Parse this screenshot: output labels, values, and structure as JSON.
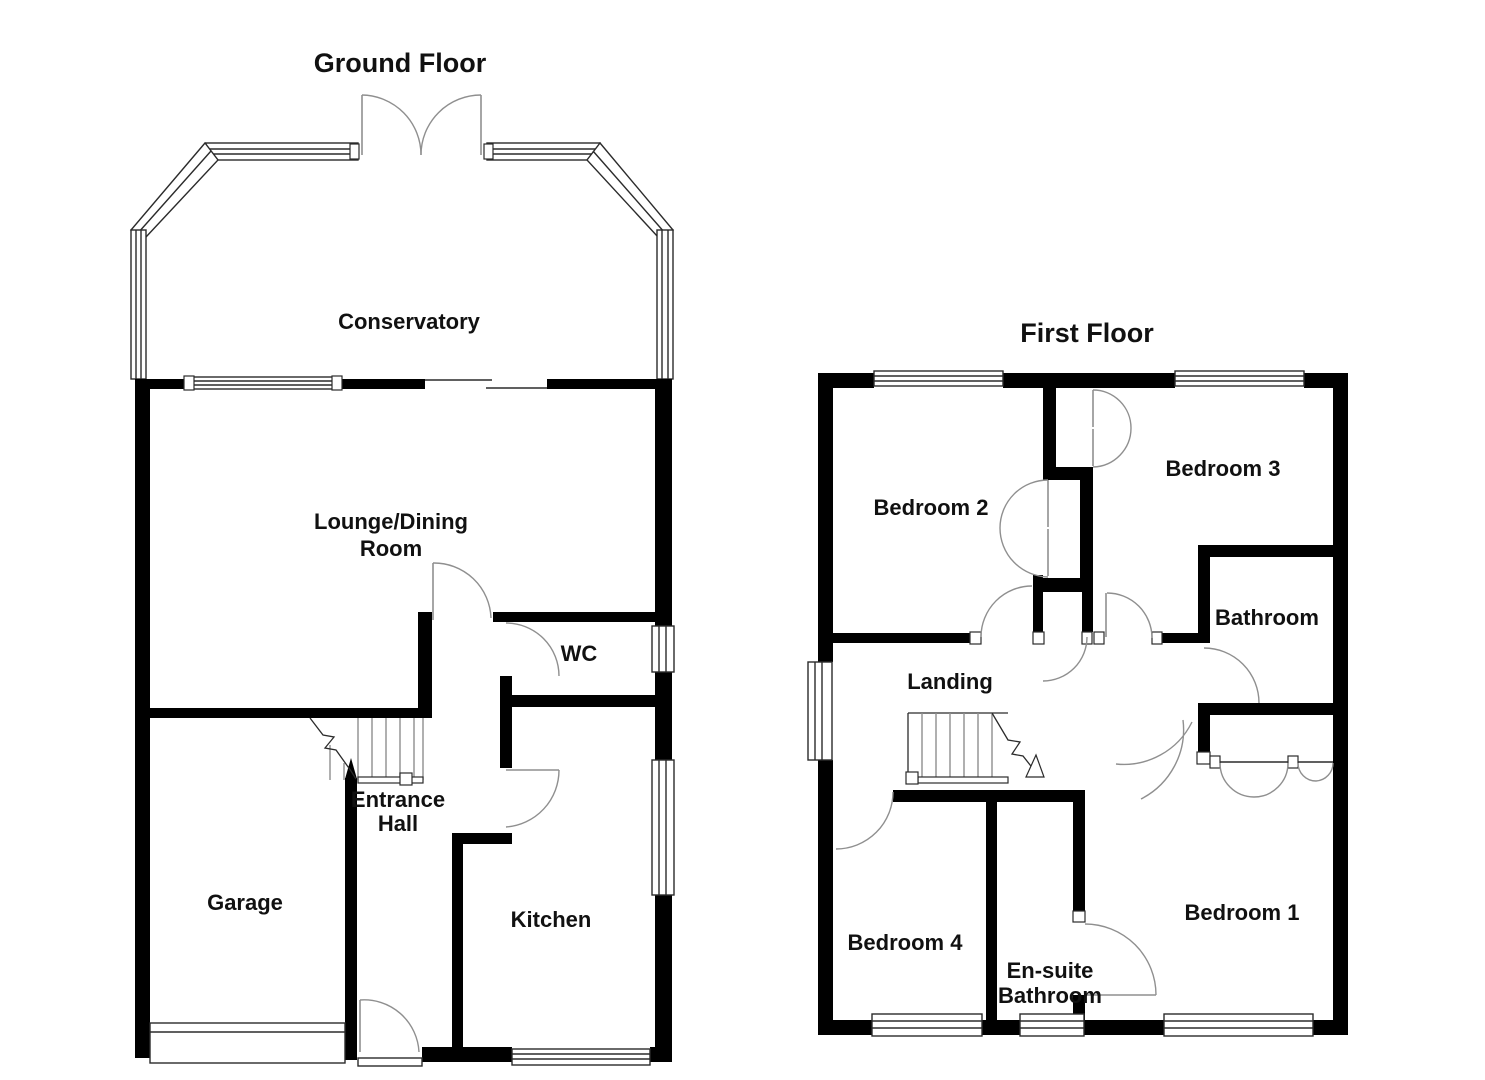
{
  "document": {
    "type": "floorplan",
    "plans_count": 2
  },
  "ground": {
    "title": "Ground Floor",
    "rooms": {
      "conservatory": "Conservatory",
      "lounge_line1": "Lounge/Dining",
      "lounge_line2": "Room",
      "wc": "WC",
      "entrance_line1": "Entrance",
      "entrance_line2": "Hall",
      "garage": "Garage",
      "kitchen": "Kitchen"
    }
  },
  "first": {
    "title": "First Floor",
    "rooms": {
      "bedroom2": "Bedroom 2",
      "bedroom3": "Bedroom 3",
      "bathroom": "Bathroom",
      "landing": "Landing",
      "bedroom4": "Bedroom 4",
      "ensuite_line1": "En-suite",
      "ensuite_line2": "Bathroom",
      "bedroom1": "Bedroom 1"
    }
  },
  "colors": {
    "wall": "#000000",
    "background": "#ffffff",
    "outline": "#2b2b2b",
    "fixture": "#8f8f8f"
  }
}
